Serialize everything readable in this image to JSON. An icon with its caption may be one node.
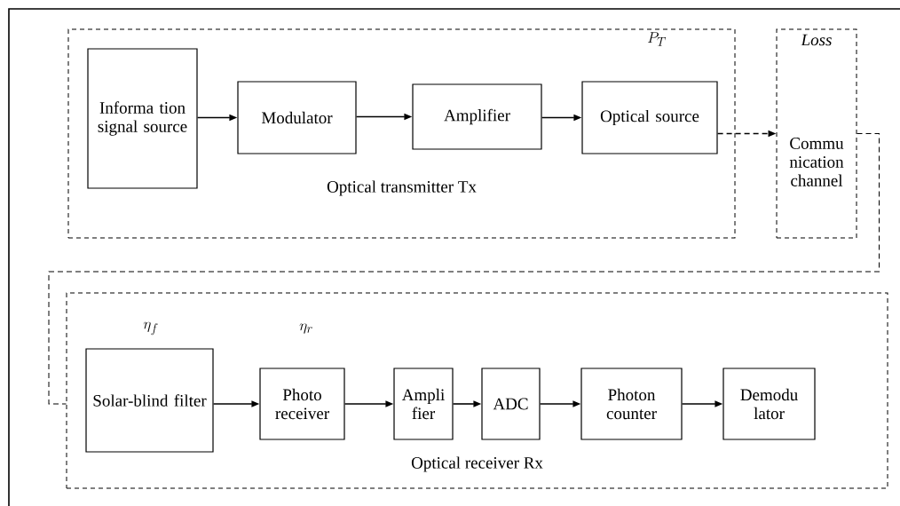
{
  "diagram": {
    "nodes": [
      {
        "text": [
          "Optical transmitter Tx"
        ]
      },
      {
        "text": [
          "Informa tion signal source"
        ],
        "in": 0
      },
      {
        "text": [
          "Modulator"
        ],
        "in": 0
      },
      {
        "text": [
          "Amplifier"
        ],
        "in": 0
      },
      {
        "text": [
          "Optical source"
        ],
        "in": 0
      },
      {
        "text": [
          "Loss",
          "Commu nication channel"
        ]
      },
      {
        "text": [
          "Optical receiver Rx"
        ]
      },
      {
        "text": [
          "Solar-blind filter"
        ],
        "in": 6
      },
      {
        "text": [
          "Photo receiver"
        ],
        "in": 6
      },
      {
        "text": [
          "Ampli fier"
        ],
        "in": 6
      },
      {
        "text": [
          "ADC"
        ],
        "in": 6
      },
      {
        "text": [
          "Photon counter"
        ],
        "in": 6
      },
      {
        "text": [
          "Demodu lator"
        ],
        "in": 6
      }
    ],
    "edges": [
      {
        "from": 1,
        "to": 2,
        "arrow": "to"
      },
      {
        "from": 2,
        "to": 3,
        "arrow": "to"
      },
      {
        "from": 3,
        "to": 4,
        "arrow": "to"
      },
      {
        "from": 4,
        "to": 5,
        "arrow": "to",
        "style": "dashed"
      },
      {
        "from": 5,
        "to": 6,
        "arrow": "none",
        "style": "dashed"
      },
      {
        "from": 7,
        "to": 8,
        "arrow": "to"
      },
      {
        "from": 8,
        "to": 9,
        "arrow": "to"
      },
      {
        "from": 9,
        "to": 10,
        "arrow": "to"
      },
      {
        "from": 10,
        "to": 11,
        "arrow": "to"
      },
      {
        "from": 11,
        "to": 12,
        "arrow": "to"
      }
    ],
    "labels": [
      "P_{T}",
      "\\eta_{f}",
      "\\eta_{r}"
    ]
  }
}
